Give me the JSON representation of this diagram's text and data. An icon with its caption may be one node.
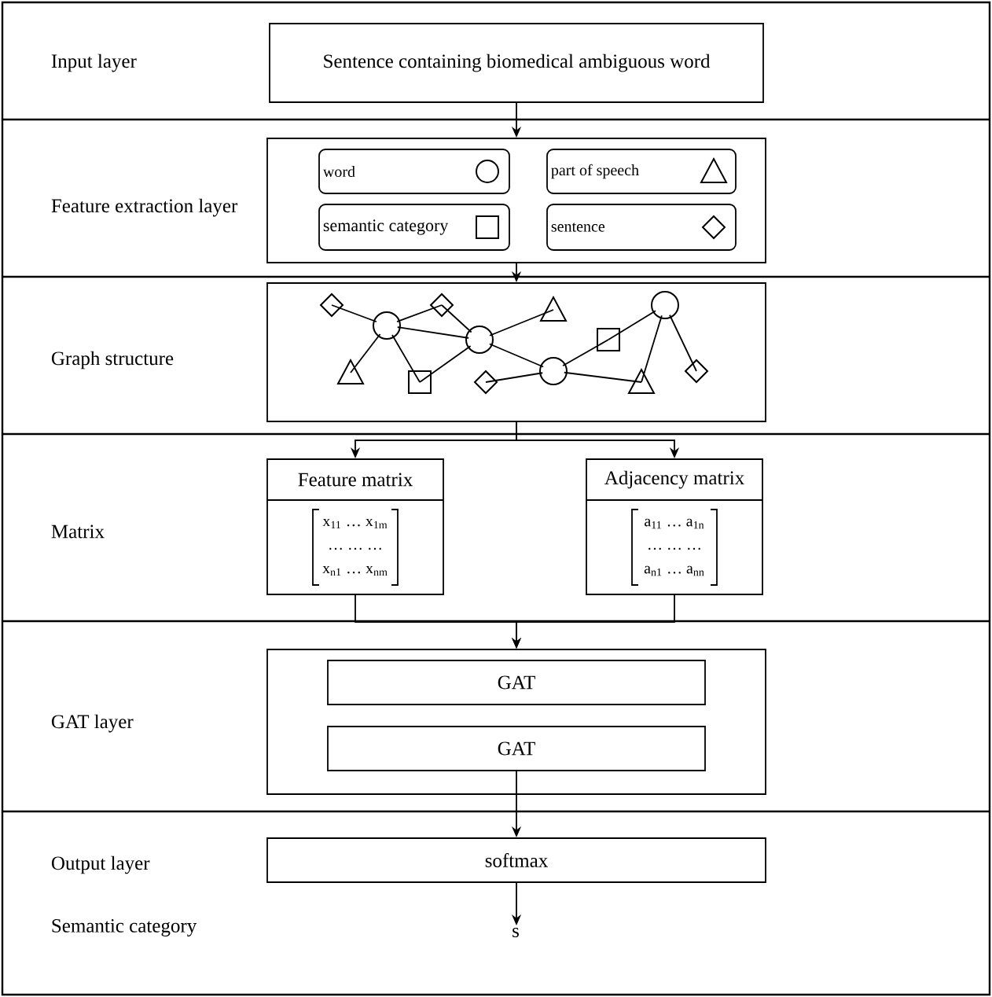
{
  "diagram": {
    "nodes": [
      {
        "text": [
          "Sentence containing biomedical ambiguous word"
        ]
      },
      {
        "text": [],
        "shape": "box"
      },
      {
        "text": [
          "word"
        ],
        "in": 1
      },
      {
        "text": [
          "part of speech"
        ],
        "in": 1
      },
      {
        "text": [
          "semantic category"
        ],
        "in": 1
      },
      {
        "text": [
          "sentence"
        ],
        "in": 1
      },
      {
        "text": [],
        "shape": "box"
      },
      {
        "text": [
          "Feature matrix",
          "x$_{11}$ … x$_{1m}$",
          "… … …",
          "x$_{n1}$ … x$_{nm}$"
        ]
      },
      {
        "text": [
          "Adjacency matrix",
          "a$_{11}$ … a$_{1n}$",
          "… … …",
          "a$_{n1}$ … a$_{nn}$"
        ]
      },
      {
        "text": [],
        "shape": "box"
      },
      {
        "text": [
          "GAT"
        ],
        "in": 9
      },
      {
        "text": [
          "GAT"
        ],
        "in": 9
      },
      {
        "text": [
          "softmax"
        ]
      },
      {
        "text": [
          "s"
        ]
      }
    ],
    "edges": [
      {
        "from": 0,
        "to": 1,
        "arrow": "to"
      },
      {
        "from": 1,
        "to": 6,
        "arrow": "to"
      },
      {
        "from": 6,
        "to": 7,
        "arrow": "to"
      },
      {
        "from": 6,
        "to": 8,
        "arrow": "to"
      },
      {
        "from": 7,
        "to": 9,
        "arrow": "to"
      },
      {
        "from": 8,
        "to": 9,
        "arrow": "to"
      },
      {
        "from": 11,
        "to": 12,
        "arrow": "to"
      },
      {
        "from": 12,
        "to": 13,
        "arrow": "to"
      }
    ],
    "labels": [
      "Input layer",
      "Feature extraction layer",
      "Graph structure",
      "Matrix",
      "GAT layer",
      "Output layer",
      "Semantic category"
    ]
  }
}
